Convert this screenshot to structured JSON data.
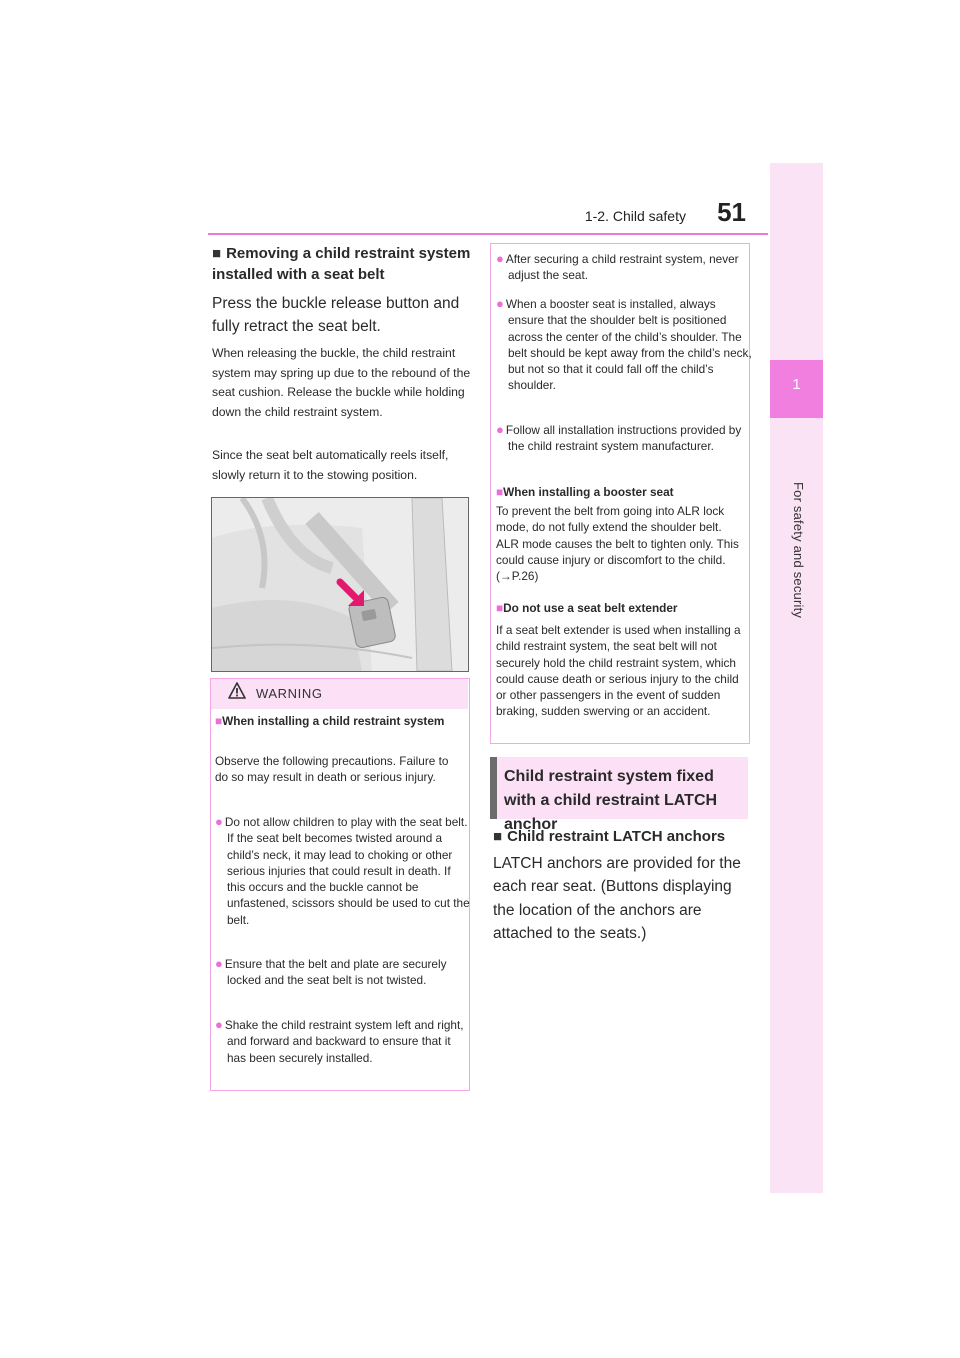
{
  "header": {
    "section": "1-2. Child safety",
    "page_number": "51"
  },
  "side_tab": {
    "number": "1",
    "label": "For safety and security"
  },
  "left": {
    "heading": "Removing a child restraint system installed with a seat belt",
    "step": "Press the buckle release button and fully retract the seat belt.",
    "para1": "When releasing the buckle, the child restraint system may spring up due to the rebound of the seat cushion. Release the buckle while holding down the child restraint system.",
    "para2": "Since the seat belt automatically reels itself, slowly return it to the stowing position."
  },
  "warning": {
    "title": "WARNING",
    "sub_heading": "When installing a child restraint system",
    "intro": "Observe the following precautions. Failure to do so may result in death or serious injury.",
    "bullets": [
      "Do not allow children to play with the seat belt. If the seat belt becomes twisted around a child’s neck, it may lead to choking or other serious injuries that could result in death. If this occurs and the buckle cannot be unfastened, scissors should be used to cut the belt.",
      "Ensure that the belt and plate are securely locked and the seat belt is not twisted.",
      "Shake the child restraint system left and right, and forward and backward to ensure that it has been securely installed."
    ],
    "cont_bullets": [
      "After securing a child restraint system, never adjust the seat.",
      "When a booster seat is installed, always ensure that the shoulder belt is positioned across the center of the child’s shoulder. The belt should be kept away from the child’s neck, but not so that it could fall off the child’s shoulder.",
      "Follow all installation instructions provided by the child restraint system manufacturer."
    ],
    "sub2_heading": "When installing a booster seat",
    "sub2_text": "To prevent the belt from going into ALR lock mode, do not fully extend the shoulder belt. ALR mode causes the belt to tighten only. This could cause injury or discomfort to the child. (→P.26)",
    "sub3_heading": "Do not use a seat belt extender",
    "sub3_text": "If a seat belt extender is used when installing a child restraint system, the seat belt will not securely hold the child restraint system, which could cause death or serious injury to the child or other passengers in the event of sudden braking, sudden swerving or an accident."
  },
  "section": {
    "title": "Child restraint system fixed with a child restraint LATCH anchor"
  },
  "right": {
    "heading": "Child restraint LATCH anchors",
    "para": "LATCH anchors are provided for the each rear seat. (Buttons displaying the location of the anchors are attached to the seats.)"
  },
  "colors": {
    "accent": "#f17fe0",
    "accent_light": "#fbe0f6",
    "box_border": "#f3a7e6",
    "arrow": "#e2196f"
  }
}
